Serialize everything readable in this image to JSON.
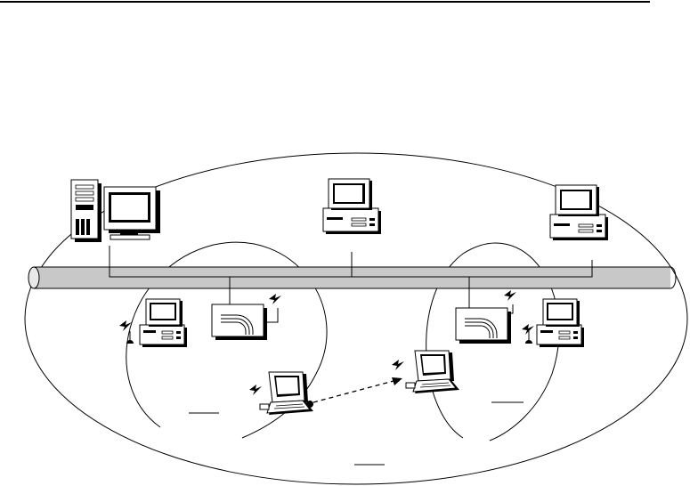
{
  "diagram": {
    "type": "wireless-lan-network-topology",
    "colors": {
      "line": "#000000",
      "background": "#ffffff",
      "screen": "#ffffff",
      "backbone_fill": "#c8c8c8",
      "device_body": "#ffffff",
      "device_shadow": "#000000"
    },
    "icons": [
      "server-tower-icon",
      "desktop-computer-icon",
      "access-point-icon",
      "laptop-icon",
      "wireless-antenna-icon",
      "lightning-signal-icon"
    ],
    "nodes": [
      {
        "id": "server",
        "kind": "server-workstation",
        "connection": "wired-backbone"
      },
      {
        "id": "desktop-top-center",
        "kind": "desktop",
        "connection": "wired-backbone"
      },
      {
        "id": "desktop-top-right",
        "kind": "desktop",
        "connection": "wired-backbone"
      },
      {
        "id": "access-point-left",
        "kind": "access-point",
        "connection": "wired-backbone"
      },
      {
        "id": "access-point-right",
        "kind": "access-point",
        "connection": "wired-backbone"
      },
      {
        "id": "desktop-wireless-left",
        "kind": "desktop-with-antenna",
        "connection": "wireless"
      },
      {
        "id": "desktop-wireless-right",
        "kind": "desktop-with-antenna",
        "connection": "wireless"
      },
      {
        "id": "laptop-left",
        "kind": "laptop",
        "connection": "wireless"
      },
      {
        "id": "laptop-right",
        "kind": "laptop",
        "connection": "wireless"
      }
    ],
    "links": [
      {
        "from": "laptop-left",
        "to": "laptop-right",
        "style": "dashed-arrow"
      }
    ],
    "regions": [
      "outer-network-ellipse",
      "cell-left",
      "cell-right"
    ],
    "labels": []
  }
}
